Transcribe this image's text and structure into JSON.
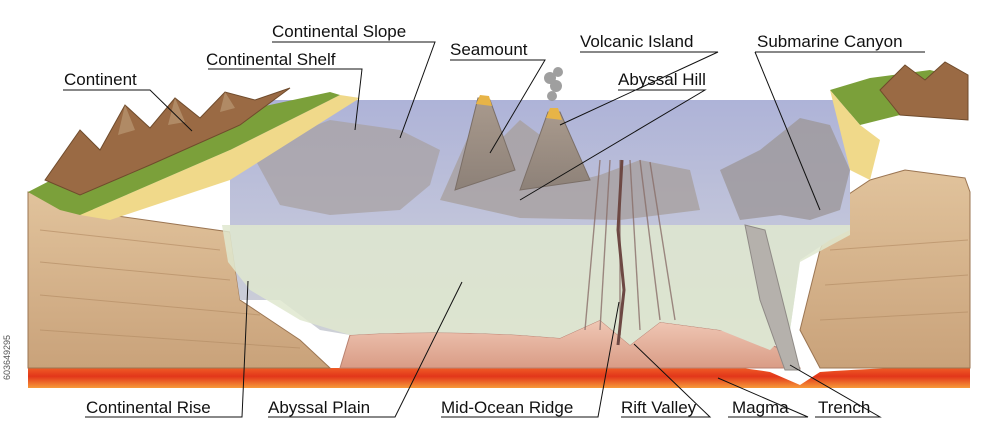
{
  "labels": {
    "continent": "Continent",
    "continental_shelf": "Continental Shelf",
    "continental_slope": "Continental Slope",
    "seamount": "Seamount",
    "volcanic_island": "Volcanic Island",
    "abyssal_hill": "Abyssal Hill",
    "submarine_canyon": "Submarine Canyon",
    "continental_rise": "Continental Rise",
    "abyssal_plain": "Abyssal Plain",
    "mid_ocean_ridge": "Mid-Ocean Ridge",
    "rift_valley": "Rift Valley",
    "magma": "Magma",
    "trench": "Trench"
  },
  "image_id": "603649295",
  "colors": {
    "ocean_surface": "#b9bfdc",
    "ocean_deep": "#d9e3cf",
    "land": "#d9b892",
    "grass": "#7fa83a",
    "sand": "#f1dc86",
    "mountain": "#9a6a44",
    "magma": "#e8461e",
    "mantle": "#e7b7a4"
  }
}
